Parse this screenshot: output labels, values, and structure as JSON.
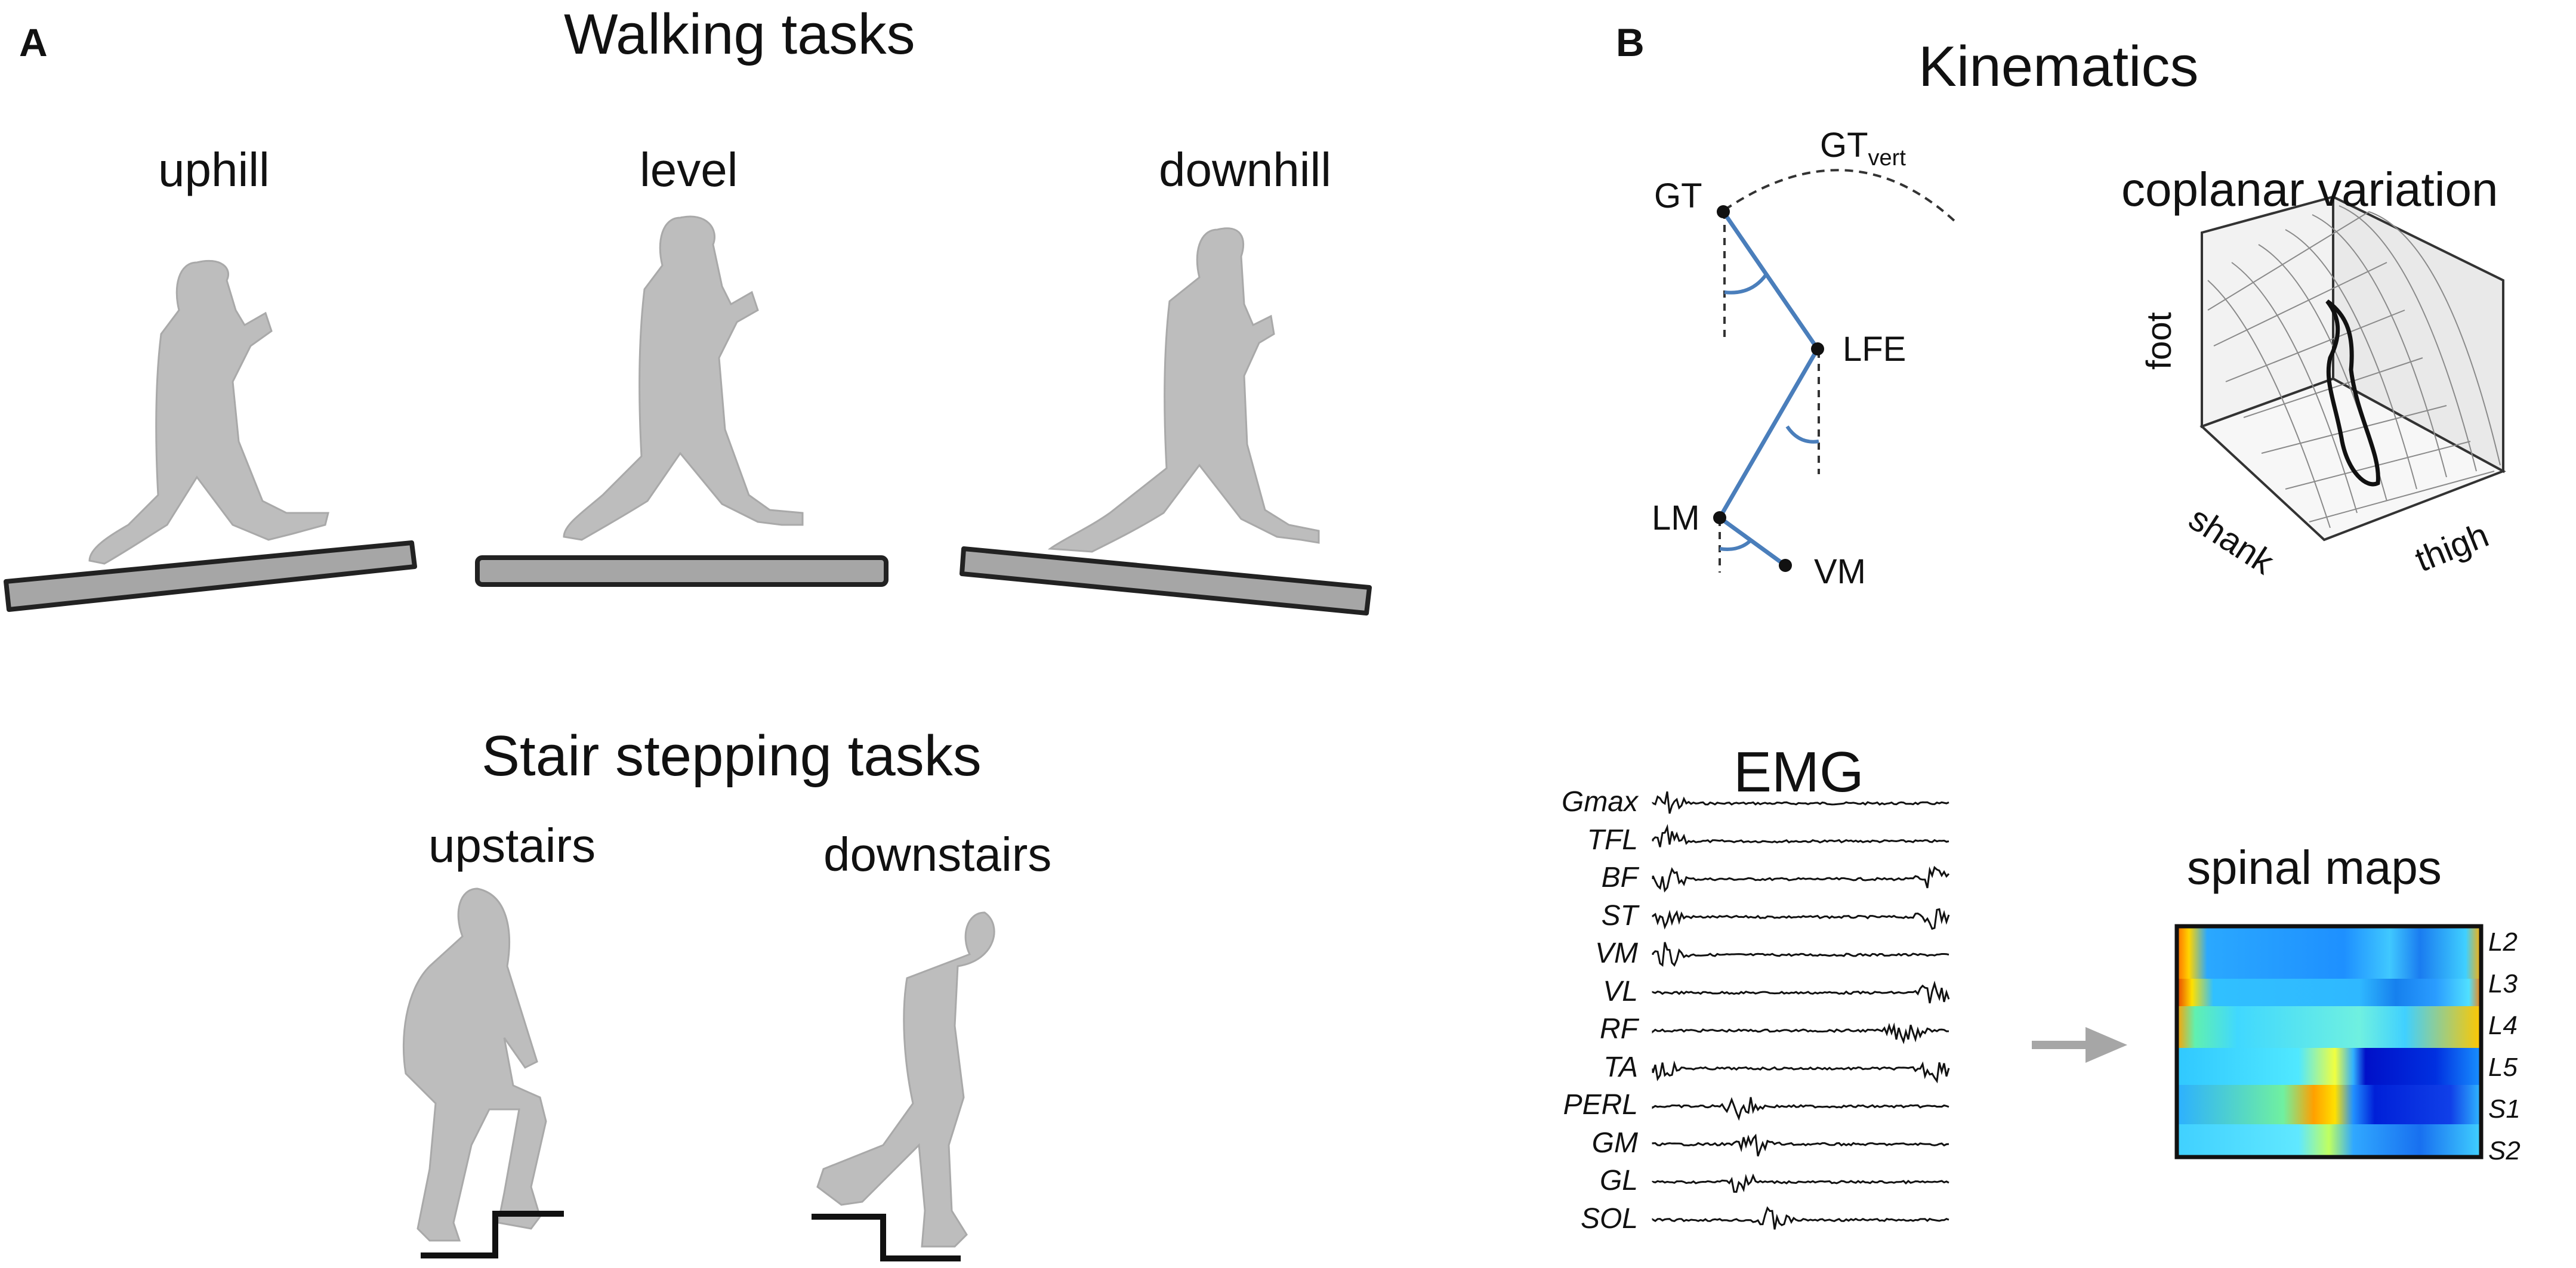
{
  "panel_a": {
    "letter": "A",
    "walking_title": "Walking tasks",
    "walking_conditions": [
      "uphill",
      "level",
      "downhill"
    ],
    "stair_title": "Stair stepping tasks",
    "stair_conditions": [
      "upstairs",
      "downstairs"
    ]
  },
  "panel_b": {
    "letter": "B",
    "kinematics_title": "Kinematics",
    "markers": {
      "gt": "GT",
      "lfe": "LFE",
      "lm": "LM",
      "vm": "VM"
    },
    "gt_vert_main": "GT",
    "gt_vert_sub": "vert",
    "coplanar_title": "coplanar variation",
    "axes": {
      "foot": "foot",
      "shank": "shank",
      "thigh": "thigh"
    },
    "emg_title": "EMG",
    "muscles": [
      "Gmax",
      "TFL",
      "BF",
      "ST",
      "VM",
      "VL",
      "RF",
      "TA",
      "PERL",
      "GM",
      "GL",
      "SOL"
    ],
    "spinal_title": "spinal maps",
    "segments": [
      "L2",
      "L3",
      "L4",
      "L5",
      "S1",
      "S2"
    ]
  },
  "colors": {
    "silhouette": "#bdbdbd",
    "platform": "#a6a6a6",
    "segment_line": "#4a7ebb",
    "arrow": "#a6a6a6"
  }
}
